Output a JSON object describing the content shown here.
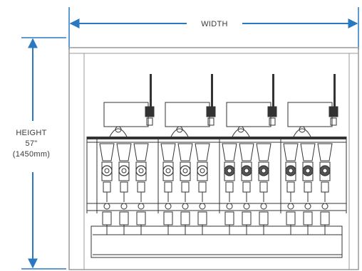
{
  "dimensions": {
    "width_label": "WIDTH",
    "height_label": "HEIGHT",
    "height_imperial": "57\"",
    "height_metric": "(1450mm)"
  },
  "colors": {
    "dimension_line": "#2a78c2",
    "drawing_line": "#333333",
    "frame_line": "#9a9a9a"
  },
  "modules": [
    {
      "name": "module-1",
      "breakers": 3
    },
    {
      "name": "module-2",
      "breakers": 3
    },
    {
      "name": "module-3",
      "breakers": 3
    },
    {
      "name": "module-4",
      "breakers": 3
    }
  ]
}
